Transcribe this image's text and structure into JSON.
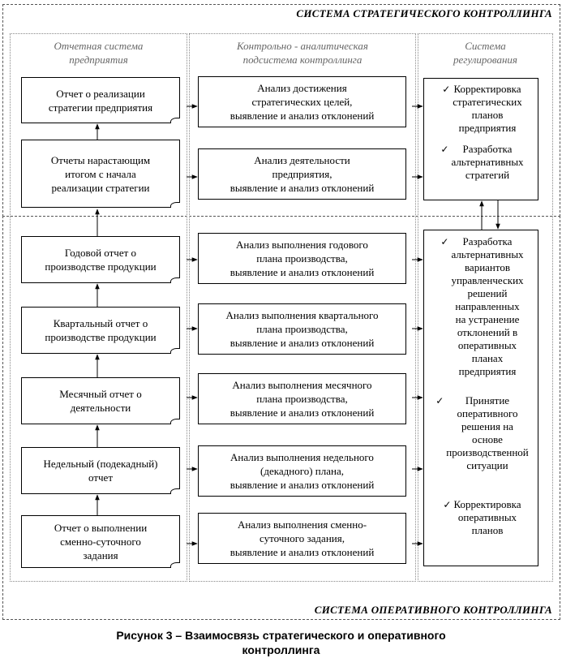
{
  "strategic_title": "СИСТЕМА СТРАТЕГИЧЕСКОГО КОНТРОЛЛИНГА",
  "operative_title": "СИСТЕМА ОПЕРАТИВНОГО КОНТРОЛЛИНГА",
  "columns": {
    "reporting": "Отчетная система\nпредприятия",
    "analysis": "Контрольно - аналитическая\nподсистема контроллинга",
    "regulation": "Система\nрегулирования"
  },
  "reports": [
    "Отчет о реализации\nстратегии предприятия",
    "Отчеты нарастающим\nитогом с начала\nреализации стратегии",
    "Годовой отчет о\nпроизводстве продукции",
    "Квартальный отчет о\nпроизводстве продукции",
    "Месячный отчет о\nдеятельности",
    "Недельный (подекадный)\nотчет",
    "Отчет о выполнении\nсменно-суточного\nзадания"
  ],
  "analyses": [
    "Анализ достижения\nстратегических целей,\nвыявление и анализ отклонений",
    "Анализ деятельности\nпредприятия,\nвыявление и анализ отклонений",
    "Анализ выполнения годового\nплана производства,\nвыявление и анализ отклонений",
    "Анализ выполнения квартального\nплана производства,\nвыявление и анализ отклонений",
    "Анализ выполнения месячного\nплана производства,\nвыявление и анализ отклонений",
    "Анализ выполнения недельного\n(декадного) плана,\nвыявление и анализ отклонений",
    "Анализ выполнения сменно-\nсуточного задания,\nвыявление и анализ отклонений"
  ],
  "strategic_regulation": [
    "Корректировка\nстратегических\nпланов\nпредприятия",
    "Разработка\nальтернативных\nстратегий"
  ],
  "operative_regulation": [
    "Разработка\nальтернативных\nвариантов\nуправленческих\nрешений\nнаправленных\nна устранение\nотклонений в\nоперативных\nпланах\nпредприятия",
    "Принятие\nоперативного\nрешения на\nоснове\nпроизводственной\nситуации",
    "Корректировка\nоперативных\nпланов"
  ],
  "check_mark": "✓",
  "caption": "Рисунок 3 – Взаимосвязь стратегического и оперативного\nконтроллинга"
}
